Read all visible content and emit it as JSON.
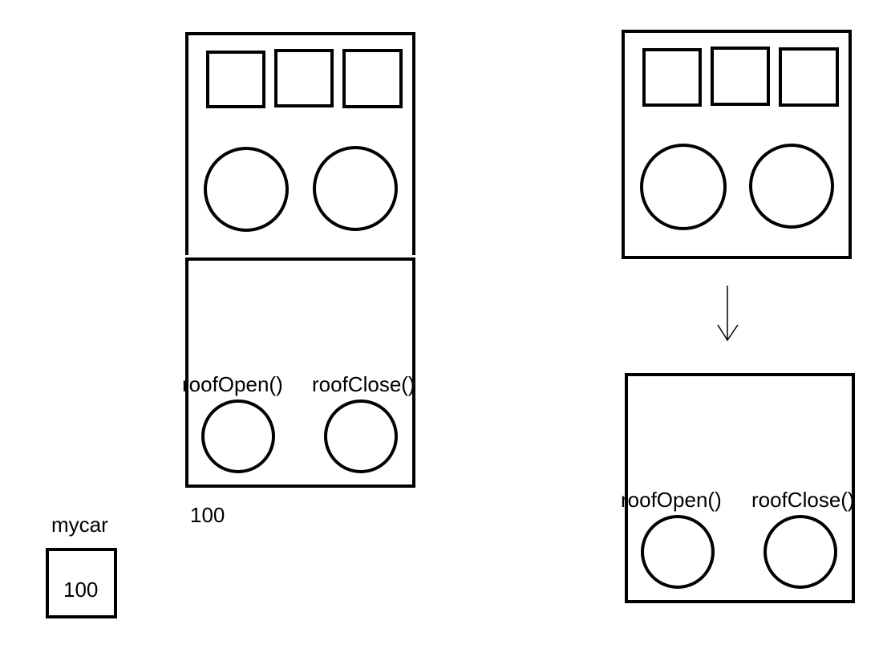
{
  "diagram": {
    "left_group": {
      "method_open": "roofOpen()",
      "method_close": "roofClose()",
      "address_label": "100"
    },
    "right_group": {
      "method_open": "roofOpen()",
      "method_close": "roofClose()"
    },
    "variable": {
      "name": "mycar",
      "value": "100"
    },
    "colors": {
      "stroke": "#000000",
      "background": "#ffffff"
    }
  }
}
